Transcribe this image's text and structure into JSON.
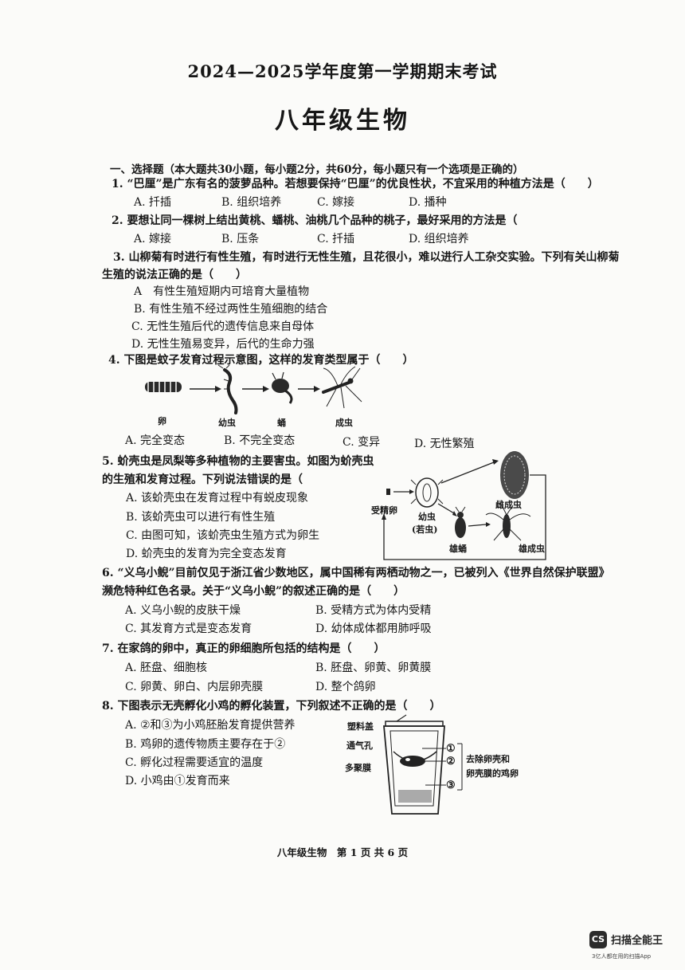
{
  "exam_title": "2024—2025学年度第一学期期末考试",
  "subject_title": "八年级生物",
  "section_heading": "一、选择题（本大题共30小题，每小题2分，共60分，每小题只有一个选项是正确的）",
  "questions": [
    {
      "stem": [
        "1. “巴厘”是广东有名的菠萝品种。若想要保持“巴厘”的优良性状，不宜采用的种植方法是（　　）"
      ],
      "options": [
        "A. 扦插",
        "B. 组织培养",
        "C. 嫁接",
        "D. 播种"
      ]
    },
    {
      "stem": [
        "2. 要想让同一棵树上结出黄桃、蟠桃、油桃几个品种的桃子，最好采用的方法是（"
      ],
      "options": [
        "A. 嫁接",
        "B. 压条",
        "C. 扦插",
        "D. 组织培养"
      ]
    },
    {
      "stem": [
        "3. 山柳菊有时进行有性生殖，有时进行无性生殖，且花很小，难以进行人工杂交实验。下列有关山柳菊",
        "生殖的说法正确的是（　　）"
      ],
      "options": [
        "A　有性生殖短期内可培育大量植物",
        "B. 有性生殖不经过两性生殖细胞的结合",
        "C. 无性生殖后代的遗传信息来自母体",
        "D. 无性生殖易变异，后代的生命力强"
      ]
    },
    {
      "stem": [
        "4. 下图是蚊子发育过程示意图，这样的发育类型属于（　　）"
      ],
      "figure_labels": [
        "卵",
        "幼虫",
        "蛹",
        "成虫"
      ],
      "options": [
        "A. 完全变态",
        "B. 不完全变态",
        "C. 变异",
        "D. 无性繁殖"
      ]
    },
    {
      "stem": [
        "5. 蚧壳虫是凤梨等多种植物的主要害虫。如图为蚧壳虫",
        "的生殖和发育过程。下列说法错误的是（"
      ],
      "figure_labels": [
        "受精卵",
        "幼虫",
        "(若虫)",
        "雌成虫",
        "雄蛹",
        "雄成虫"
      ],
      "options": [
        "A. 该蚧壳虫在发育过程中有蜕皮现象",
        "B. 该蚧壳虫可以进行有性生殖",
        "C. 由图可知，该蚧壳虫生殖方式为卵生",
        "D. 蚧壳虫的发育为完全变态发育"
      ]
    },
    {
      "stem": [
        "6. “义乌小鲵”目前仅见于浙江省少数地区，属中国稀有两栖动物之一，已被列入《世界自然保护联盟》",
        "濒危特种红色名录。关于“义乌小鲵”的叙述正确的是（　　）"
      ],
      "options": [
        "A. 义乌小鲵的皮肤干燥",
        "B. 受精方式为体内受精",
        "C. 其发育方式是变态发育",
        "D. 幼体成体都用肺呼吸"
      ]
    },
    {
      "stem": [
        "7. 在家鸽的卵中，真正的卵细胞所包括的结构是（　　）"
      ],
      "options": [
        "A. 胚盘、细胞核",
        "B. 胚盘、卵黄、卵黄膜",
        "C. 卵黄、卵白、内层卵壳膜",
        "D. 整个鸽卵"
      ]
    },
    {
      "stem": [
        "8. 下图表示无壳孵化小鸡的孵化装置，下列叙述不正确的是（　　）"
      ],
      "figure_labels": [
        "塑料盖",
        "通气孔",
        "多聚膜",
        "①",
        "②",
        "③",
        "去除卵壳和",
        "卵壳膜的鸡卵"
      ],
      "options": [
        "A. ②和③为小鸡胚胎发育提供营养",
        "B. 鸡卵的遗传物质主要存在于②",
        "C. 孵化过程需要适宜的温度",
        "D. 小鸡由①发育而来"
      ]
    }
  ],
  "footer": "八年级生物　第 1 页 共 6 页",
  "watermark": {
    "logo": "CS",
    "name": "扫描全能王",
    "tagline": "3亿人都在用的扫描App"
  }
}
